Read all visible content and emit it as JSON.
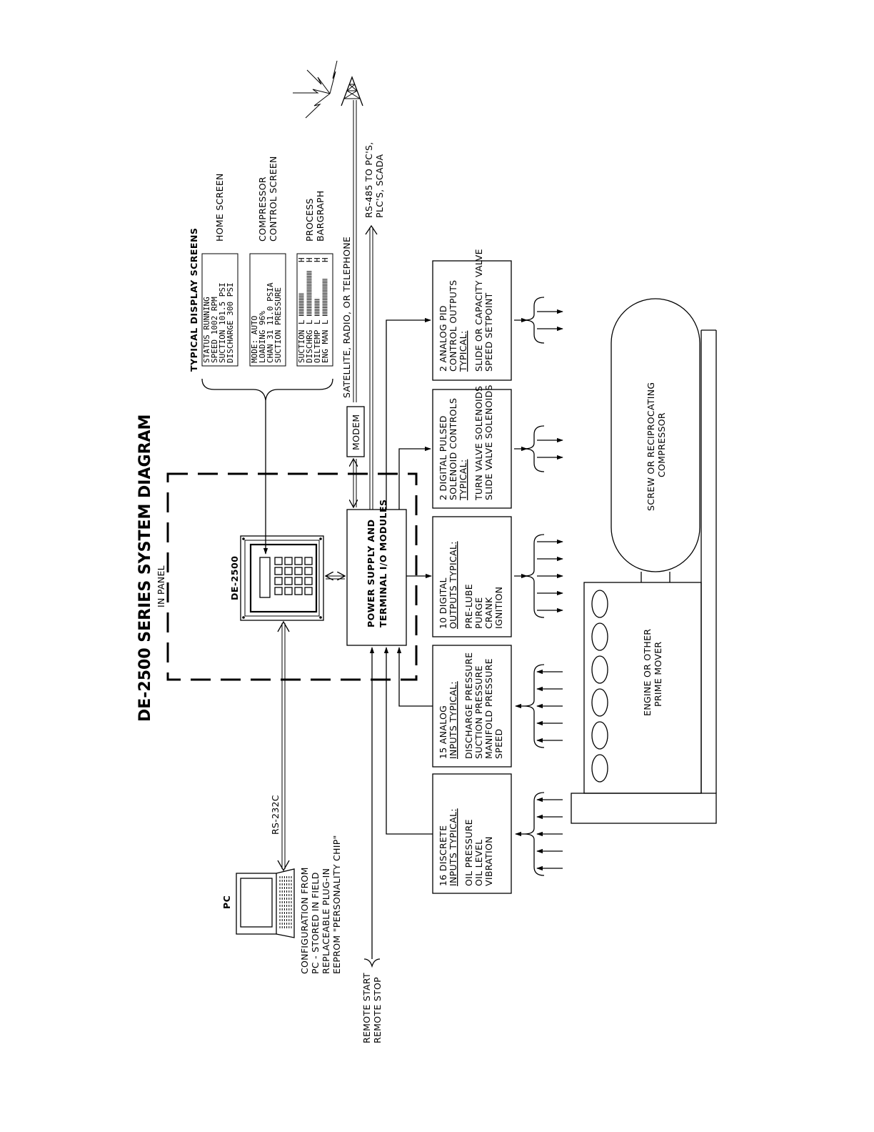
{
  "title": "DE-2500 SERIES SYSTEM DIAGRAM",
  "panel_label": "IN PANEL",
  "controller_label": "DE-2500",
  "io_module": [
    "POWER SUPPLY AND",
    "TERMINAL I/O MODULES"
  ],
  "modem_label": "MODEM",
  "pc_label": "PC",
  "rs232_label": "RS-232C",
  "pc_config_notes": [
    "CONFIGURATION FROM",
    "PC - STORED IN FIELD",
    "REPLACEABLE PLUG-IN",
    "EEPROM \"PERSONALITY CHIP\""
  ],
  "remote_labels": [
    "REMOTE START",
    "REMOTE STOP"
  ],
  "comm_label": "SATELLITE, RADIO, OR TELEPHONE",
  "rs485_labels": [
    "RS-485 TO PC'S,",
    "PLC'S, SCADA"
  ],
  "display_screens": {
    "title": "TYPICAL DISPLAY SCREENS",
    "home": {
      "lines": [
        "STATUS     RUNNING",
        "SPEED       1002 RPM",
        "SUCTION    101.5 PSI",
        "DISCHARGE    300 PSI"
      ],
      "label": "HOME SCREEN"
    },
    "compressor": {
      "lines": [
        "MODE: AUTO",
        "LOADING          96%",
        "CHAN 31   11.0 PSIA",
        "SUCTION PRESSURE"
      ],
      "label": [
        "COMPRESSOR",
        "CONTROL SCREEN"
      ]
    },
    "bargraph": {
      "rows": [
        {
          "name": "SUCTION",
          "fill": 0.45
        },
        {
          "name": "DISCHRG",
          "fill": 0.9
        },
        {
          "name": "OILTEMP",
          "fill": 0.35
        },
        {
          "name": "ENG MAN",
          "fill": 0.75
        }
      ],
      "low": "L",
      "high": "H",
      "label": [
        "PROCESS",
        "BARGRAPH"
      ]
    }
  },
  "io_boxes": [
    {
      "lines": [
        "16 DISCRETE",
        "INPUTS TYPICAL:",
        "OIL PRESSURE",
        "OIL LEVEL",
        "VIBRATION"
      ],
      "underline": 1
    },
    {
      "lines": [
        "15 ANALOG",
        "INPUTS TYPICAL:",
        "DISCHARGE PRESSURE",
        "SUCTION PRESSURE",
        "MANIFOLD PRESSURE",
        "SPEED"
      ],
      "underline": 1
    },
    {
      "lines": [
        "10 DIGITAL",
        "OUTPUTS TYPICAL:",
        "PRE-LUBE",
        "PURGE",
        "CRANK",
        "IGNITION"
      ],
      "underline": 1
    },
    {
      "lines": [
        "2 DIGITAL PULSED",
        "SOLENOID CONTROLS",
        "TYPICAL:",
        "TURN VALVE SOLENOIDS",
        "SLIDE VALVE SOLENOIDS"
      ],
      "underline": 2
    },
    {
      "lines": [
        "2 ANALOG PID",
        "CONTROL OUTPUTS",
        "TYPICAL:",
        "SLIDE OR CAPACITY VALVE",
        "SPEED SETPOINT"
      ],
      "underline": 2
    }
  ],
  "engine_label": [
    "ENGINE OR OTHER",
    "PRIME MOVER"
  ],
  "compressor_label": [
    "SCREW OR RECIPROCATING",
    "COMPRESSOR"
  ]
}
